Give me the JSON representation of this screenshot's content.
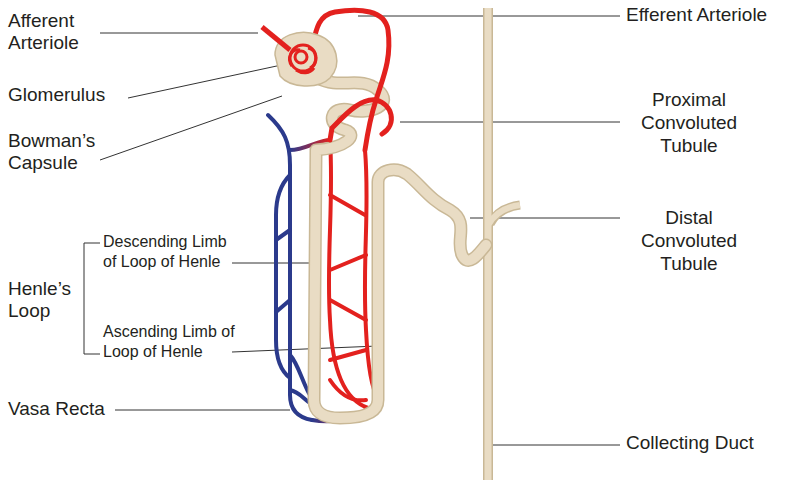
{
  "diagram": {
    "labels": [
      "Afferent Arteriole",
      "Efferent Arteriole",
      "Glomerulus",
      "Proximal Convoluted Tubule",
      "Bowman’s Capsule",
      "Distal Convoluted Tubule",
      "Descending Limb of Loop of Henle",
      "Henle’s Loop",
      "Ascending Limb of Loop of Henle",
      "Vasa Recta",
      "Collecting Duct"
    ]
  }
}
